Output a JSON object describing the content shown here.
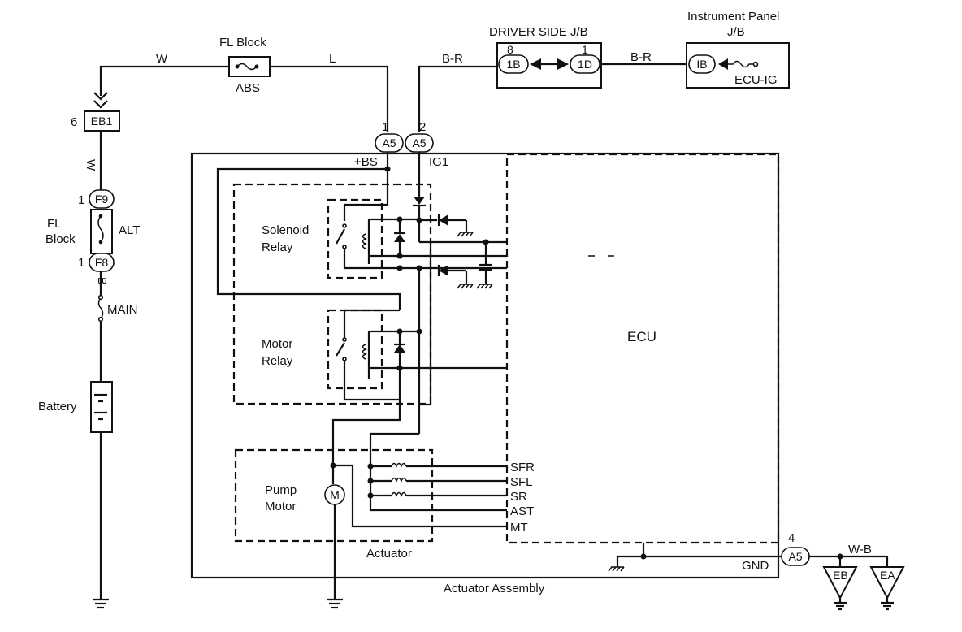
{
  "top": {
    "fl_block_title": "FL Block",
    "abs": "ABS",
    "wire_w": "W",
    "wire_l": "L",
    "wire_br1": "B-R",
    "wire_br2": "B-R",
    "driver_jb_title": "DRIVER SIDE J/B",
    "driver_pin_8": "8",
    "driver_pin_1": "1",
    "conn_1b": "1B",
    "conn_1d": "1D",
    "instrument_title_1": "Instrument Panel",
    "instrument_title_2": "J/B",
    "conn_ib": "IB",
    "ecu_ig": "ECU-IG"
  },
  "left": {
    "eb1_pin": "6",
    "eb1": "EB1",
    "wire_w": "W",
    "f9_pin": "1",
    "f9": "F9",
    "fl_block_1": "FL",
    "fl_block_2": "Block",
    "alt": "ALT",
    "f8_pin": "1",
    "f8": "F8",
    "wire_b": "B",
    "main": "MAIN",
    "battery": "Battery"
  },
  "assembly": {
    "a5_pin1": "1",
    "a5_pin2": "2",
    "a5_1": "A5",
    "a5_2": "A5",
    "bs": "+BS",
    "ig1": "IG1",
    "solenoid_relay_1": "Solenoid",
    "solenoid_relay_2": "Relay",
    "motor_relay_1": "Motor",
    "motor_relay_2": "Relay",
    "pump_motor_1": "Pump",
    "pump_motor_2": "Motor",
    "motor_symbol": "M",
    "actuator": "Actuator",
    "actuator_assembly": "Actuator Assembly",
    "ecu": "ECU",
    "sfr": "SFR",
    "sfl": "SFL",
    "sr": "SR",
    "ast": "AST",
    "mt": "MT",
    "gnd": "GND",
    "a5_pin4": "4",
    "a5_4": "A5",
    "wire_wb": "W-B",
    "eb": "EB",
    "ea": "EA"
  }
}
